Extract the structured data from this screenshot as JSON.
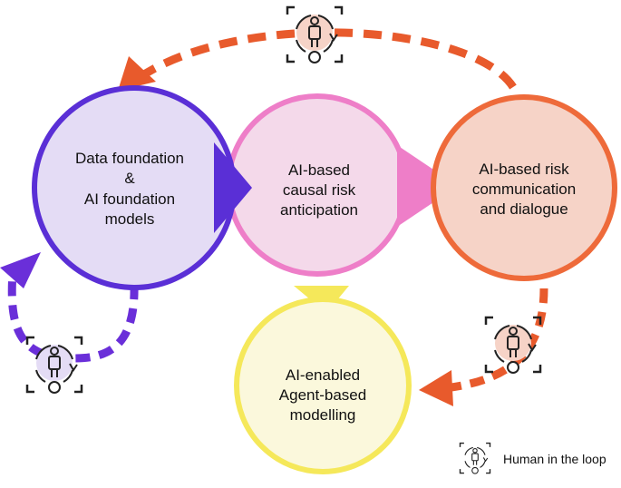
{
  "nodes": {
    "data_foundation": {
      "lines": [
        "Data foundation",
        "&",
        "AI foundation",
        "models"
      ],
      "fill": "#e4dcf5",
      "stroke": "#5a2fd6"
    },
    "causal_risk": {
      "lines": [
        "AI-based",
        "causal risk",
        "anticipation"
      ],
      "fill": "#f4d9ea",
      "stroke": "#ee7ec8"
    },
    "risk_communication": {
      "lines": [
        "AI-based risk",
        "communication",
        "and dialogue"
      ],
      "fill": "#f6d3c7",
      "stroke": "#ee6a3a"
    },
    "agent_modelling": {
      "lines": [
        "AI-enabled",
        "Agent-based",
        "modelling"
      ],
      "fill": "#fbf8dc",
      "stroke": "#f5e85a"
    }
  },
  "arrows": {
    "top_loop_color": "#e85a2c",
    "left_loop_color": "#6a2fd9",
    "right_loop_color": "#e85a2c"
  },
  "human_badges": [
    {
      "name": "human-in-loop-badge-top",
      "bg": "#f6d3c7"
    },
    {
      "name": "human-in-loop-badge-left",
      "bg": "#e4dcf5"
    },
    {
      "name": "human-in-loop-badge-right",
      "bg": "#f6d3c7"
    }
  ],
  "legend": {
    "label": "Human in the loop"
  }
}
